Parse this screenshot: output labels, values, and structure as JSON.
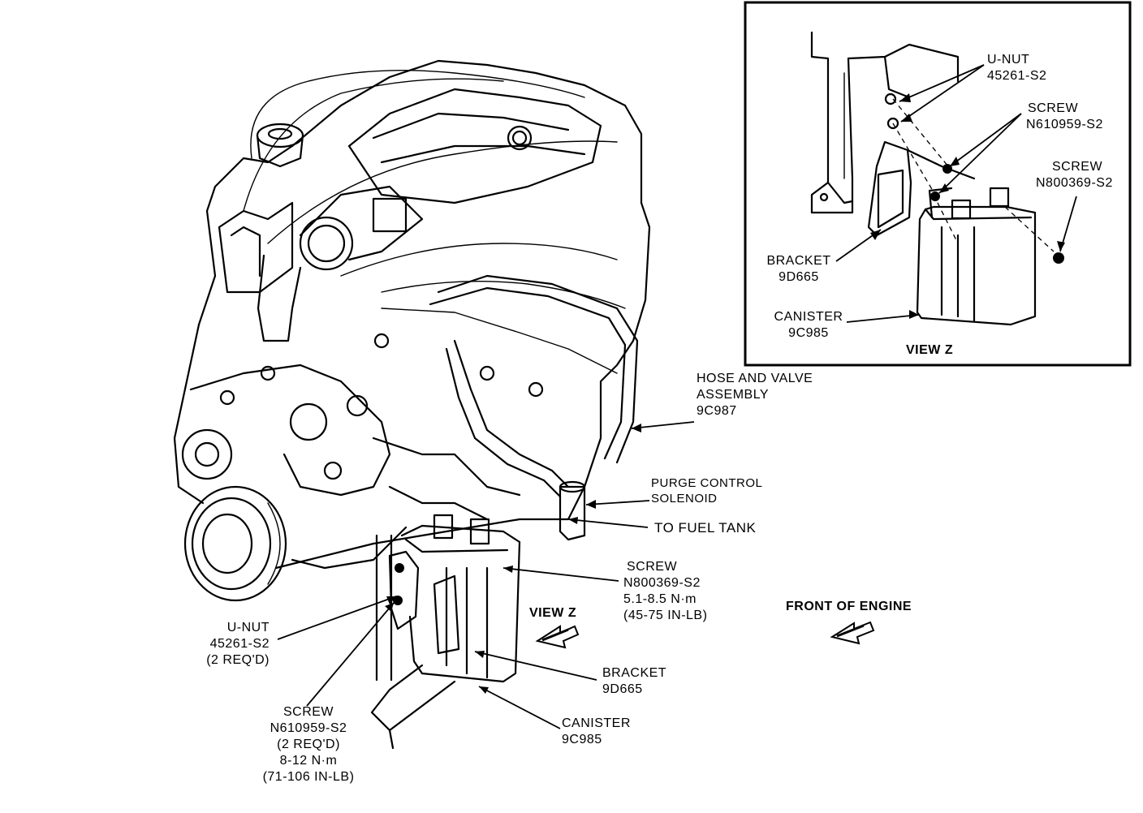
{
  "inset": {
    "unut": {
      "line1": "U-NUT",
      "line2": "45261-S2"
    },
    "screw1": {
      "line1": "SCREW",
      "line2": "N610959-S2"
    },
    "screw2": {
      "line1": "SCREW",
      "line2": "N800369-S2"
    },
    "bracket": {
      "line1": "BRACKET",
      "line2": "9D665"
    },
    "canister": {
      "line1": "CANISTER",
      "line2": "9C985"
    },
    "view": "VIEW Z"
  },
  "main": {
    "hose": {
      "line1": "HOSE AND VALVE",
      "line2": "ASSEMBLY",
      "line3": "9C987"
    },
    "purge": {
      "line1": "PURGE CONTROL",
      "line2": "SOLENOID"
    },
    "fuel_tank": "TO FUEL TANK",
    "screw_n800": {
      "line1": "SCREW",
      "line2": "N800369-S2",
      "line3": "5.1-8.5 N·m",
      "line4": "(45-75 IN-LB)"
    },
    "view_z": "VIEW Z",
    "front_of_engine": "FRONT OF ENGINE",
    "unut": {
      "line1": "U-NUT",
      "line2": "45261-S2",
      "line3": "(2 REQ'D)"
    },
    "bracket": {
      "line1": "BRACKET",
      "line2": "9D665"
    },
    "canister": {
      "line1": "CANISTER",
      "line2": "9C985"
    },
    "screw_n610": {
      "line1": "SCREW",
      "line2": "N610959-S2",
      "line3": "(2 REQ'D)",
      "line4": "8-12 N·m",
      "line5": "(71-106 IN-LB)"
    }
  }
}
